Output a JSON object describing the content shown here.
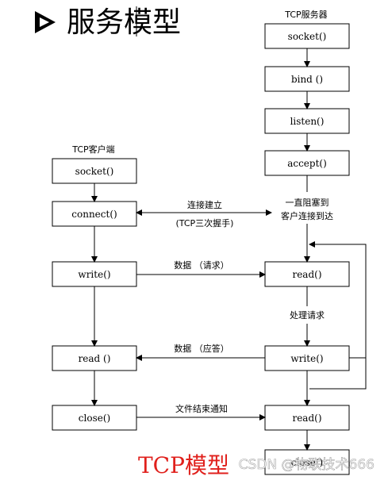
{
  "title": "服务模型",
  "server": {
    "heading": "TCP服务器",
    "boxes": [
      "socket()",
      "bind ()",
      "listen()",
      "accept()",
      "read()",
      "write()",
      "read()",
      "close()"
    ],
    "block_note_line1": "一直阻塞到",
    "block_note_line2": "客户连接到达",
    "process_note": "处理请求"
  },
  "client": {
    "heading": "TCP客户端",
    "boxes": [
      "socket()",
      "connect()",
      "write()",
      "read ()",
      "close()"
    ]
  },
  "arrows": {
    "connect_line1": "连接建立",
    "connect_line2": "(TCP三次握手)",
    "request": "数据 （请求）",
    "reply": "数据 （应答）",
    "eof": "文件结束通知"
  },
  "caption": "TCP模型",
  "watermark": "CSDN @物联技术666"
}
